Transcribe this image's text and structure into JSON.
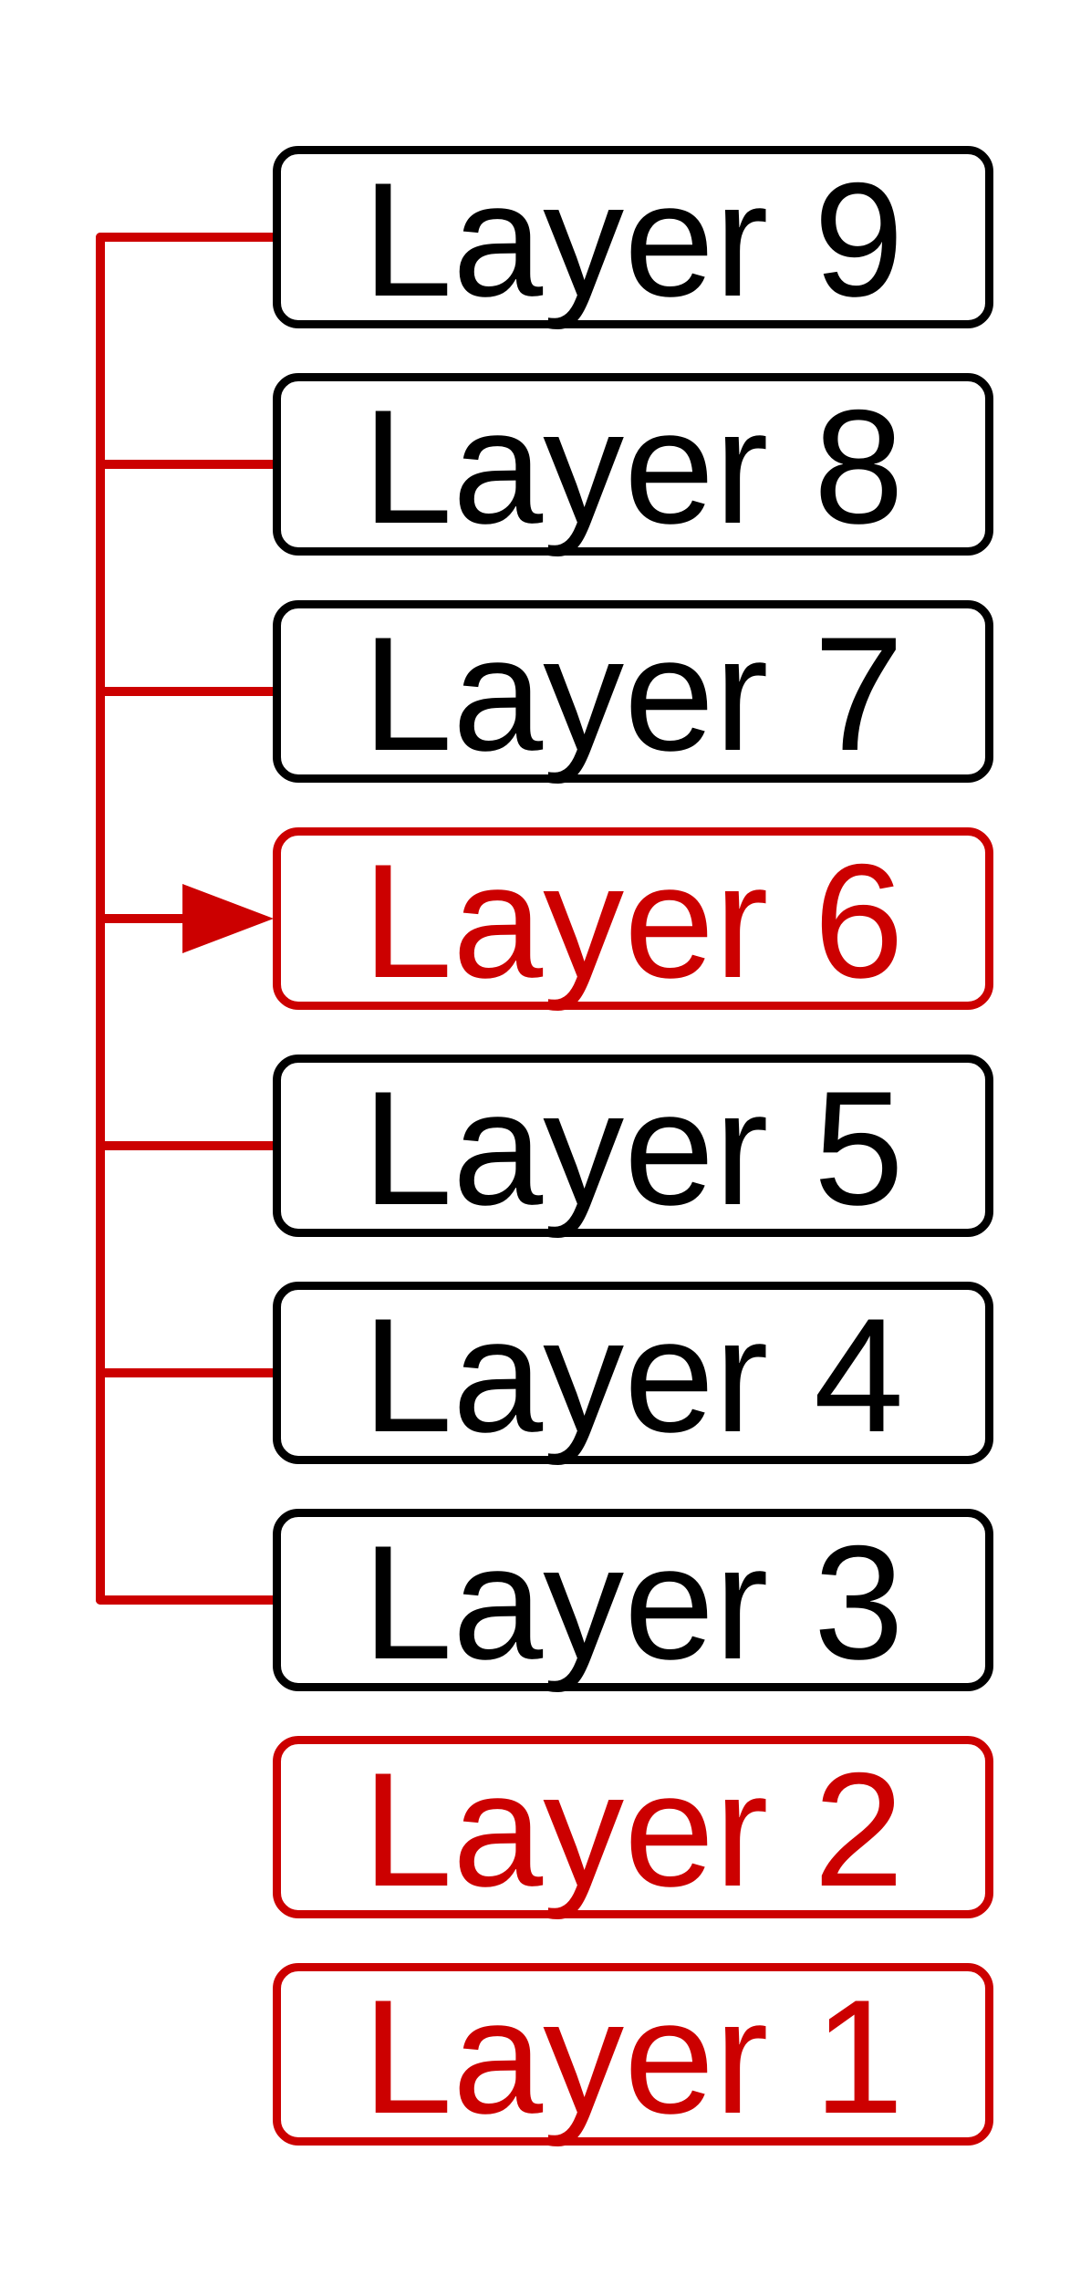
{
  "colors": {
    "default": "#000000",
    "highlight": "#cc0000"
  },
  "layers": [
    {
      "label": "Layer 9",
      "highlight": false
    },
    {
      "label": "Layer 8",
      "highlight": false
    },
    {
      "label": "Layer 7",
      "highlight": false
    },
    {
      "label": "Layer 6",
      "highlight": true
    },
    {
      "label": "Layer 5",
      "highlight": false
    },
    {
      "label": "Layer 4",
      "highlight": false
    },
    {
      "label": "Layer 3",
      "highlight": false
    },
    {
      "label": "Layer 2",
      "highlight": true
    },
    {
      "label": "Layer 1",
      "highlight": true
    }
  ],
  "connections": {
    "sources": [
      "Layer 9",
      "Layer 8",
      "Layer 7",
      "Layer 5",
      "Layer 4",
      "Layer 3"
    ],
    "target": "Layer 6"
  }
}
